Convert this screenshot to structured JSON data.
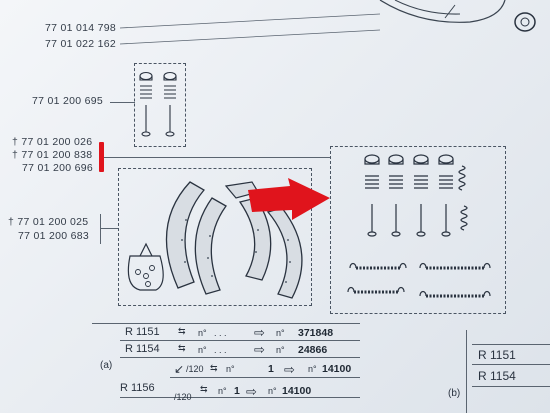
{
  "top_part_numbers": [
    "77 01 014 798",
    "77 01 022 162"
  ],
  "kit_small": {
    "part_number": "77 01 200 695"
  },
  "kit_spring_group": {
    "part_numbers": [
      "† 77 01 200 026",
      "† 77 01 200 838",
      "77 01 200 696"
    ]
  },
  "kit_shoes": {
    "part_numbers": [
      "† 77 01 200 025",
      "77 01 200 683"
    ]
  },
  "table": {
    "rows": [
      {
        "code": "R 1151",
        "n1": "n°",
        "dots": ". . .",
        "n2": "n°",
        "value": "371848"
      },
      {
        "code": "R 1154",
        "n1": "n°",
        "dots": ". . .",
        "n2": "n°",
        "value": "24866"
      },
      {
        "code": "",
        "n1": "/120",
        "dots": "n°",
        "n2": "1",
        "n3": "n°",
        "value": "14100"
      },
      {
        "code": "R 1156",
        "n1": "/120",
        "dots": "n°",
        "n2": "1",
        "n3": "n°",
        "value": "14100"
      }
    ],
    "label_a": "(a)",
    "label_b": "(b)"
  },
  "right_table": {
    "codes": [
      "R 1151",
      "R 1154"
    ]
  },
  "colors": {
    "marker": "#e0141c",
    "arrow": "#e0141c",
    "ink": "#2a3340"
  }
}
